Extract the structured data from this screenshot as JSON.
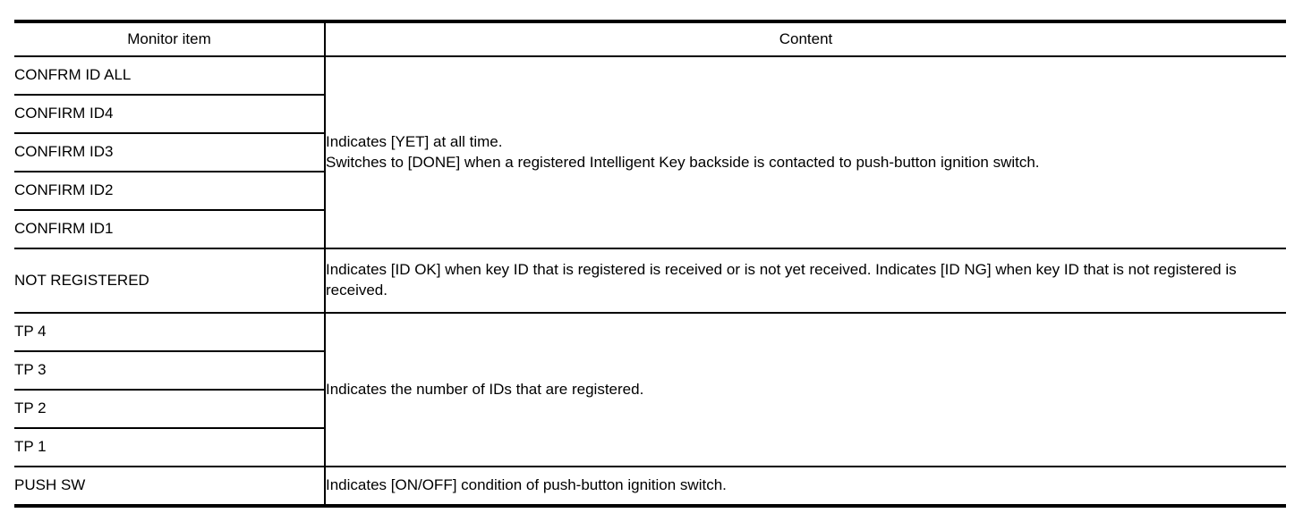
{
  "table": {
    "headers": {
      "monitor_item": "Monitor item",
      "content": "Content"
    },
    "groups": [
      {
        "items": [
          "CONFRM ID ALL",
          "CONFIRM ID4",
          "CONFIRM ID3",
          "CONFIRM ID2",
          "CONFIRM ID1"
        ],
        "content_lines": [
          "Indicates [YET] at all time.",
          "Switches to [DONE] when a registered Intelligent Key backside is contacted to push-button ignition switch."
        ]
      },
      {
        "items": [
          "NOT REGISTERED"
        ],
        "content_lines": [
          "Indicates [ID OK] when key ID that is registered is received or is not yet received. Indicates [ID NG] when key ID that is not registered is received."
        ]
      },
      {
        "items": [
          "TP 4",
          "TP 3",
          "TP 2",
          "TP 1"
        ],
        "content_lines": [
          "Indicates the number of IDs that are registered."
        ]
      },
      {
        "items": [
          "PUSH SW"
        ],
        "content_lines": [
          "Indicates [ON/OFF] condition of push-button ignition switch."
        ]
      }
    ],
    "colors": {
      "border": "#000000",
      "text": "#000000",
      "background": "#ffffff"
    }
  }
}
